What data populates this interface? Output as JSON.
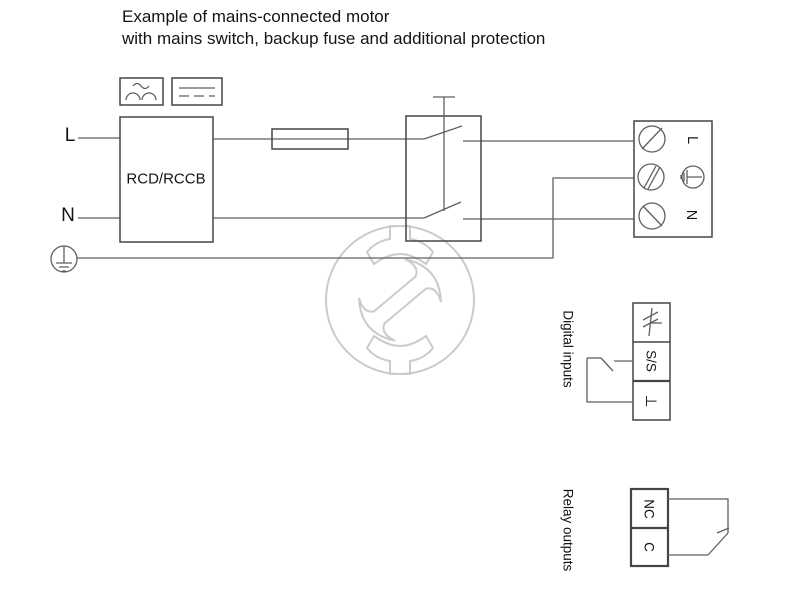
{
  "title": {
    "line1": "Example of mains-connected motor",
    "line2": "with mains switch, backup fuse and additional protection"
  },
  "supply": {
    "line": "L",
    "neutral": "N"
  },
  "rcd": {
    "label": "RCD/RCCB"
  },
  "power_terminal": {
    "line": "L",
    "neutral": "N"
  },
  "digital_inputs": {
    "label": "Digital inputs",
    "ss": "S/S",
    "common": "⊥"
  },
  "relay_outputs": {
    "label": "Relay outputs",
    "nc": "NC",
    "c": "C"
  },
  "icons": {
    "pulsating_current": "pulsating-current-icon",
    "smooth_dc": "dc-current-icon",
    "protective_earth": "protective-earth-icon",
    "earth_terminal": "earth-terminal-icon",
    "screw_terminal": "screw-terminal-icon",
    "digital_input_signal": "digital-input-signal-icon",
    "mains_switch_handle": "switch-handle-icon",
    "watermark": "pump-manufacturer-logo-watermark"
  },
  "colors": {
    "line": "#5f5f5f",
    "box": "#454545",
    "text": "#141414",
    "watermark": "#cbcbcb"
  }
}
